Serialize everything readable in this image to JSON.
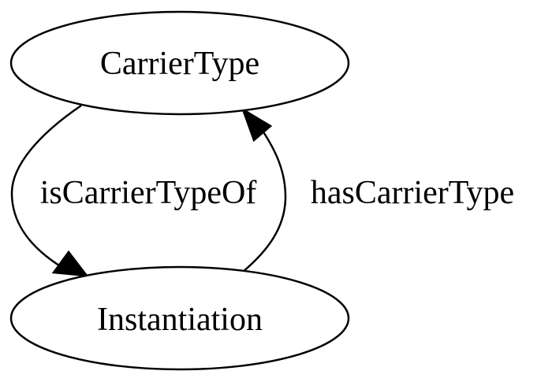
{
  "nodes": {
    "carrier_type": {
      "label": "CarrierType"
    },
    "instantiation": {
      "label": "Instantiation"
    }
  },
  "edges": {
    "is_carrier_type_of": {
      "label": "isCarrierTypeOf",
      "from": "carrier_type",
      "to": "instantiation"
    },
    "has_carrier_type": {
      "label": "hasCarrierType",
      "from": "instantiation",
      "to": "carrier_type"
    }
  }
}
